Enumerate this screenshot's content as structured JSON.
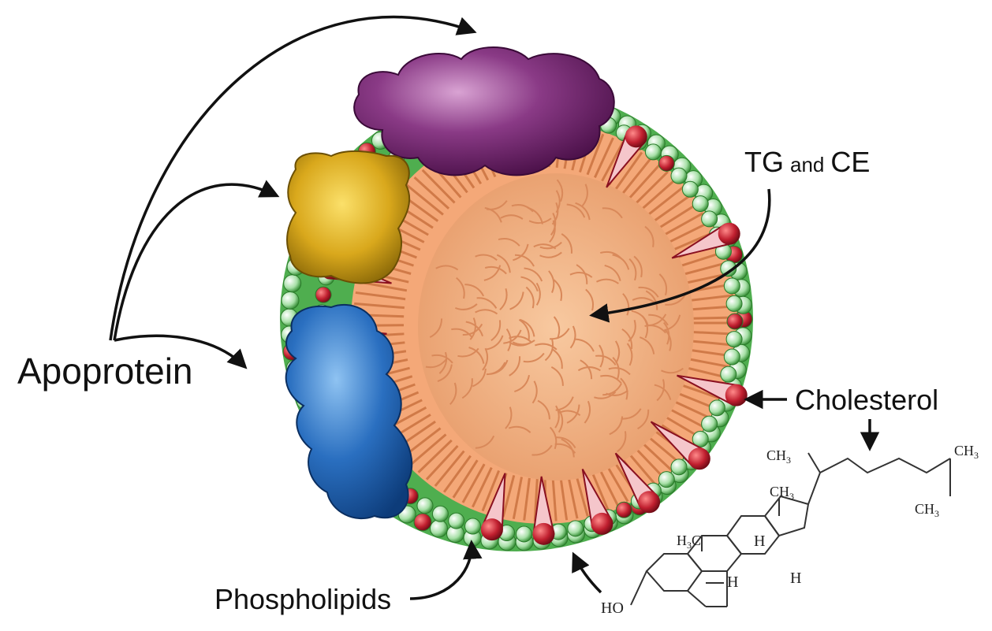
{
  "labels": {
    "apoprotein": "Apoprotein",
    "tg": "TG",
    "and": "and",
    "ce": "CE",
    "cholesterol": "Cholesterol",
    "phospholipids": "Phospholipids"
  },
  "structure": {
    "ch3_side": "CH",
    "ch3_side_sub": "3",
    "ch3_right": "CH",
    "ch3_right_sub": "3",
    "ch3_low": "CH",
    "ch3_low_sub": "3",
    "ch3_c13": "CH",
    "ch3_c13_sub": "3",
    "h3c_c10": "H",
    "h3c_c10_sub": "3",
    "h3c_c10_c": "C",
    "h_a": "H",
    "h_b": "H",
    "h_c": "H",
    "h_d": "H",
    "ho": "HO"
  },
  "colors": {
    "apo_purple": "#7a2d78",
    "apo_yellow": "#d9a81c",
    "apo_blue": "#2a6fc0",
    "phospholipid_head": "#7fcf7f",
    "membrane_green": "#3a9a3a",
    "tail_orange": "#f4a878",
    "core_orange": "#f3b585",
    "cholesterol_red": "#b01c2e",
    "ho_color": "#8a3a5a"
  }
}
